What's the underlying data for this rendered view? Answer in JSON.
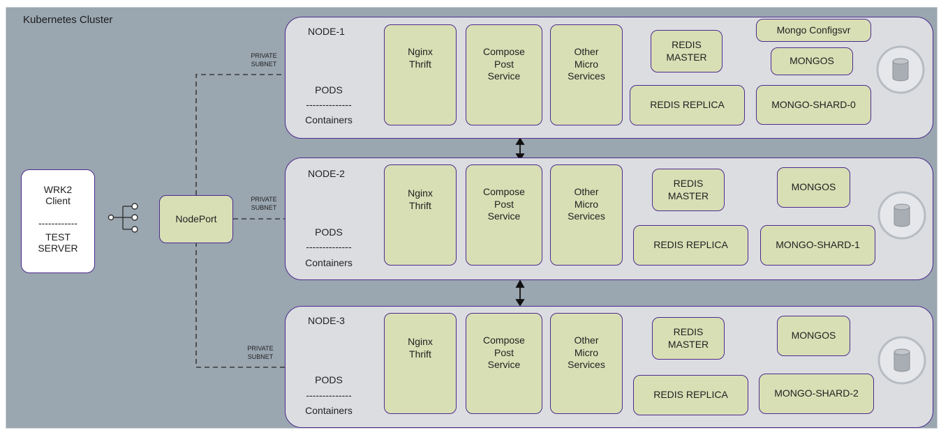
{
  "cluster": {
    "title": "Kubernetes Cluster"
  },
  "client": {
    "line1": "WRK2\nClient",
    "divider": "------------",
    "line2": "TEST\nSERVER"
  },
  "nodeport": {
    "label": "NodePort"
  },
  "subnet_label": "PRIVATE\nSUBNET",
  "pods_label": "PODS",
  "pods_divider": "--------------",
  "containers_label": "Containers",
  "nodes": [
    {
      "name": "NODE-1",
      "nginx": "Nginx\nThrift",
      "compose": "Compose\nPost\nService",
      "other": "Other\nMicro\nServices",
      "redis_master": "REDIS\nMASTER",
      "redis_replica": "REDIS REPLICA",
      "configsvr": "Mongo Configsvr",
      "mongos": "MONGOS",
      "shard": "MONGO-SHARD-0"
    },
    {
      "name": "NODE-2",
      "nginx": "Nginx\nThrift",
      "compose": "Compose\nPost\nService",
      "other": "Other\nMicro\nServices",
      "redis_master": "REDIS\nMASTER",
      "redis_replica": "REDIS REPLICA",
      "mongos": "MONGOS",
      "shard": "MONGO-SHARD-1"
    },
    {
      "name": "NODE-3",
      "nginx": "Nginx\nThrift",
      "compose": "Compose\nPost\nService",
      "other": "Other\nMicro\nServices",
      "redis_master": "REDIS\nMASTER",
      "redis_replica": "REDIS REPLICA",
      "mongos": "MONGOS",
      "shard": "MONGO-SHARD-2"
    }
  ],
  "colors": {
    "cluster_bg": "#9aa6b0",
    "node_bg": "#dcdde1",
    "pod_fill": "#d9dfb5",
    "border": "#4b2b8c"
  },
  "icons": {
    "storage": "database-cylinder-icon",
    "fanout": "network-fanout-icon"
  }
}
